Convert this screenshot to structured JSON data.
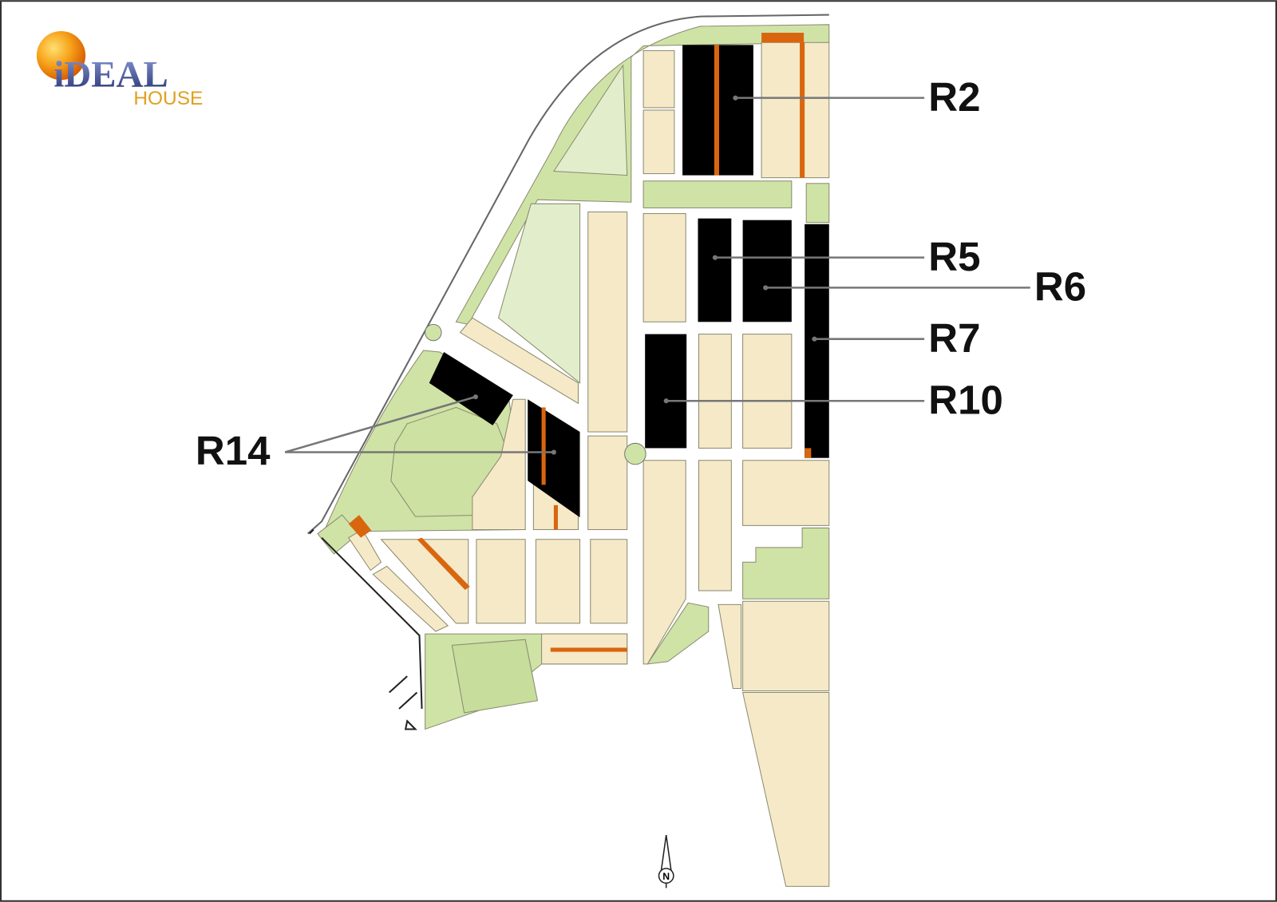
{
  "logo": {
    "brand": "iDEAL",
    "sub": "HOUSE"
  },
  "plots": [
    {
      "id": "R2",
      "label": "R2"
    },
    {
      "id": "R5",
      "label": "R5"
    },
    {
      "id": "R6",
      "label": "R6"
    },
    {
      "id": "R7",
      "label": "R7"
    },
    {
      "id": "R10",
      "label": "R10"
    },
    {
      "id": "R14",
      "label": "R14"
    }
  ],
  "north_arrow": {
    "label": "N"
  },
  "colors": {
    "residential": "#f6e9c8",
    "green": "#cfe3a6",
    "light_green": "#e2eecb",
    "highlighted_plot": "#000000",
    "orange": "#d9660f",
    "road": "#ffffff"
  }
}
